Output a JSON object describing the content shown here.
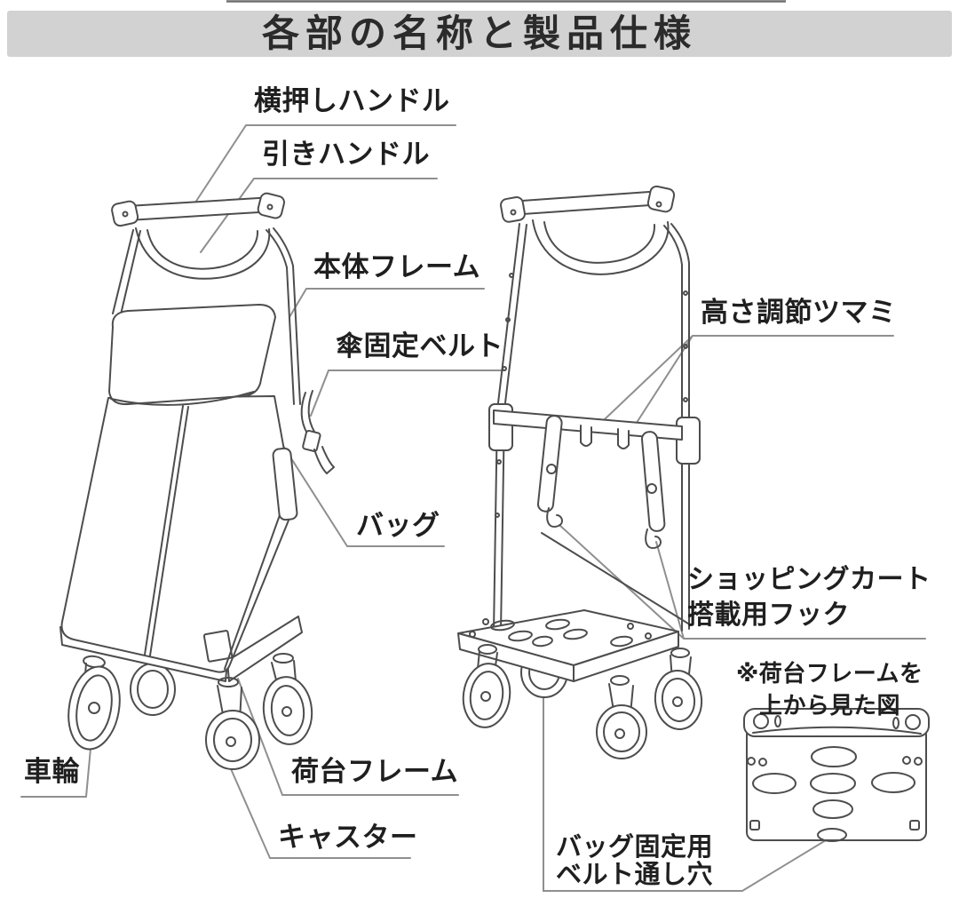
{
  "header": {
    "title": "各部の名称と製品仕様"
  },
  "labels": {
    "side_push_handle": "横押しハンドル",
    "pull_handle": "引きハンドル",
    "body_frame": "本体フレーム",
    "umbrella_belt": "傘固定ベルト",
    "bag": "バッグ",
    "wheel": "車輪",
    "cargo_frame": "荷台フレーム",
    "caster": "キャスター",
    "height_knob": "高さ調節ツマミ",
    "cart_hook": {
      "line1": "ショッピングカート",
      "line2": "搭載用フック"
    },
    "top_view_note": {
      "line1": "※荷台フレームを",
      "line2": "上から見た図"
    },
    "belt_hole": {
      "line1": "バッグ固定用",
      "line2": "ベルト通し穴"
    }
  },
  "colors": {
    "page_bg": "#ffffff",
    "header_bg": "#d2d2d2",
    "title_text": "#2b2b2b",
    "label_text": "#1f1f1f",
    "drawing_line": "#4d4d4d",
    "leader_line": "#8f8f8f"
  }
}
